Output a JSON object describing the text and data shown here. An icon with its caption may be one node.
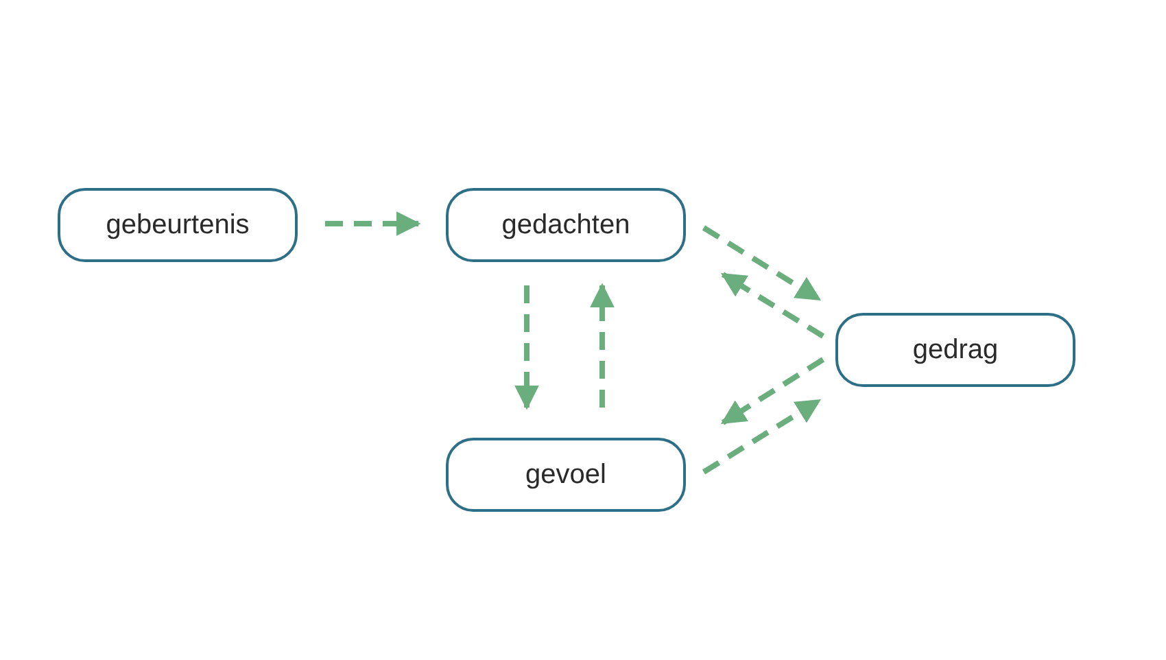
{
  "diagram": {
    "nodes": [
      {
        "text": [
          "gebeurtenis"
        ]
      },
      {
        "text": [
          "gedachten"
        ]
      },
      {
        "text": [
          "gedrag"
        ]
      },
      {
        "text": [
          "gevoel"
        ]
      }
    ],
    "edges": [
      {
        "from": 0,
        "to": 1,
        "arrow": "to",
        "style": "dashed"
      },
      {
        "from": 1,
        "to": 3,
        "arrow": "to",
        "style": "dashed"
      },
      {
        "from": 3,
        "to": 1,
        "arrow": "to",
        "style": "dashed"
      },
      {
        "from": 1,
        "to": 2,
        "arrow": "to",
        "style": "dashed"
      },
      {
        "from": 2,
        "to": 1,
        "arrow": "to",
        "style": "dashed"
      },
      {
        "from": 2,
        "to": 3,
        "arrow": "to",
        "style": "dashed"
      },
      {
        "from": 3,
        "to": 2,
        "arrow": "to",
        "style": "dashed"
      }
    ]
  }
}
